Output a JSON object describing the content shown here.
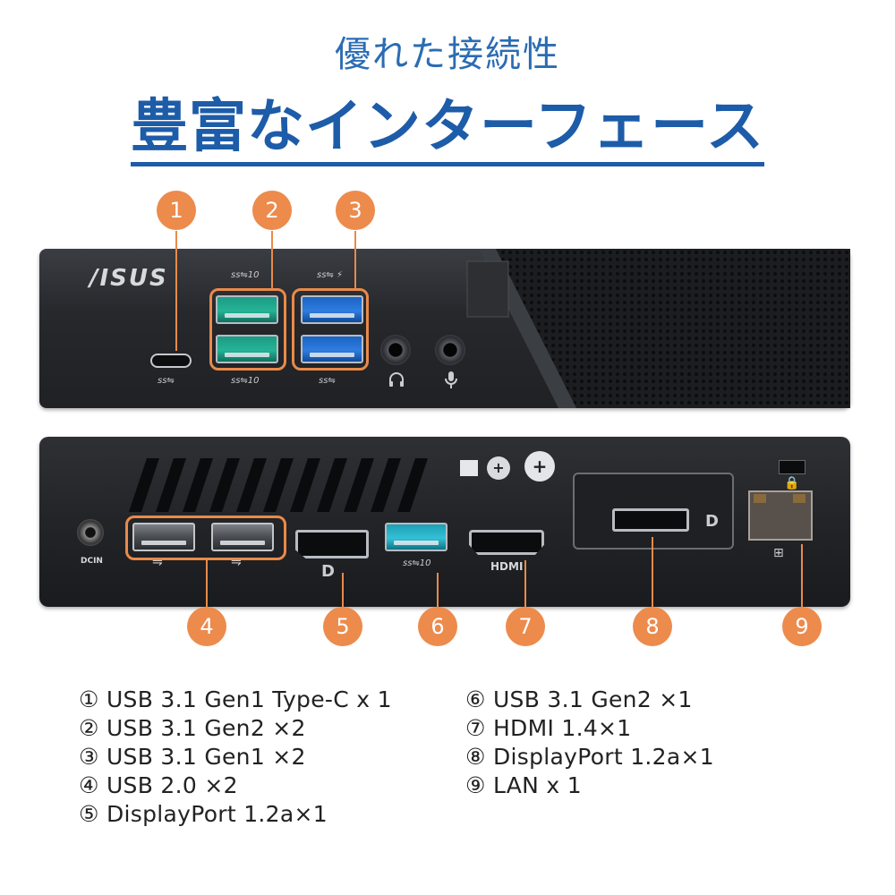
{
  "header": {
    "subtitle": "優れた接続性",
    "title": "豊富なインターフェース"
  },
  "front_panel": {
    "brand": "/ISUS",
    "labels": {
      "ss10_top": "ss⇋10",
      "ss_bolt": "ss⇋ ⚡",
      "ss_typec": "ss⇋",
      "ss10_bottom": "ss⇋10",
      "ss_bottom": "ss⇋"
    },
    "icons": [
      "headphone-icon",
      "microphone-icon"
    ]
  },
  "back_panel": {
    "dcin": "DCIN",
    "hdmi_label": "HDMI",
    "ss10_label": "ss⇋10",
    "dp_symbol": "D"
  },
  "callouts": [
    "1",
    "2",
    "3",
    "4",
    "5",
    "6",
    "7",
    "8",
    "9"
  ],
  "specs": {
    "left": [
      "① USB 3.1 Gen1 Type-C x 1",
      "② USB 3.1 Gen2 ×2",
      "③ USB 3.1 Gen1 ×2",
      "④ USB 2.0 ×2",
      "⑤ DisplayPort 1.2a×1"
    ],
    "right": [
      "⑥ USB 3.1 Gen2 ×1",
      "⑦ HDMI 1.4×1",
      "⑧ DisplayPort 1.2a×1",
      "⑨ LAN x 1"
    ]
  },
  "colors": {
    "title_blue": "#1d5ca8",
    "callout_orange": "#ec8b4c",
    "usb_teal": "#25b396",
    "usb_blue": "#2f7de0"
  }
}
